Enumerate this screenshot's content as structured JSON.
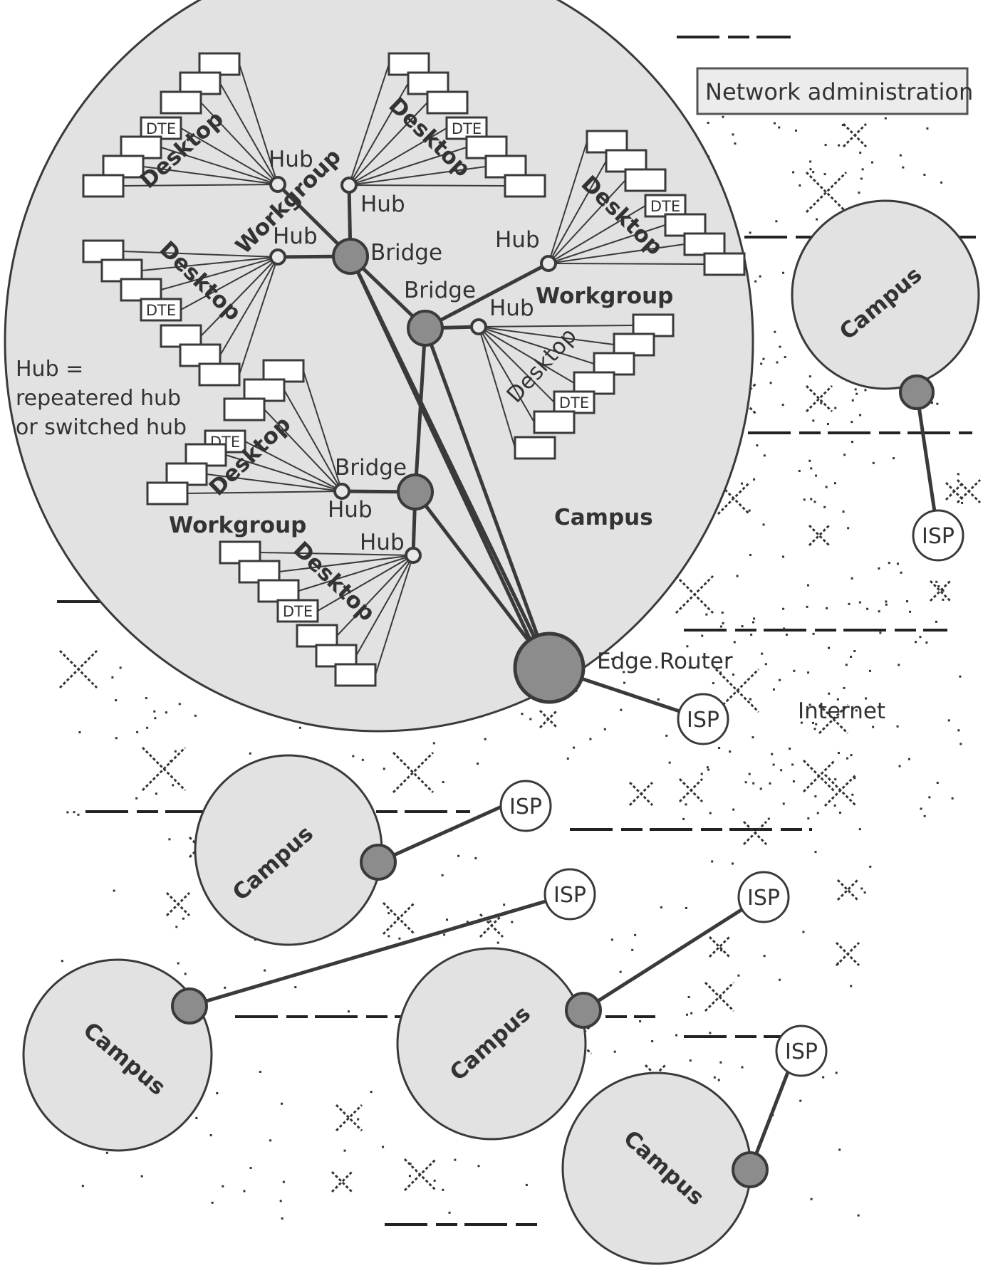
{
  "title": "Network administration",
  "legend": [
    "Hub =",
    "repeatered hub",
    "or switched hub"
  ],
  "labels": {
    "hub": "Hub",
    "bridge": "Bridge",
    "desktop": "Desktop",
    "workgroup": "Workgroup",
    "dte": "DTE",
    "campus": "Campus",
    "edge_router": "Edge Router",
    "internet": "Internet",
    "isp": "ISP"
  },
  "colors": {
    "campus_fill": "#e2e2e2",
    "node_fill": "#8c8c8c",
    "stroke": "#3a3a3a",
    "title_box_fill": "#ececec"
  }
}
